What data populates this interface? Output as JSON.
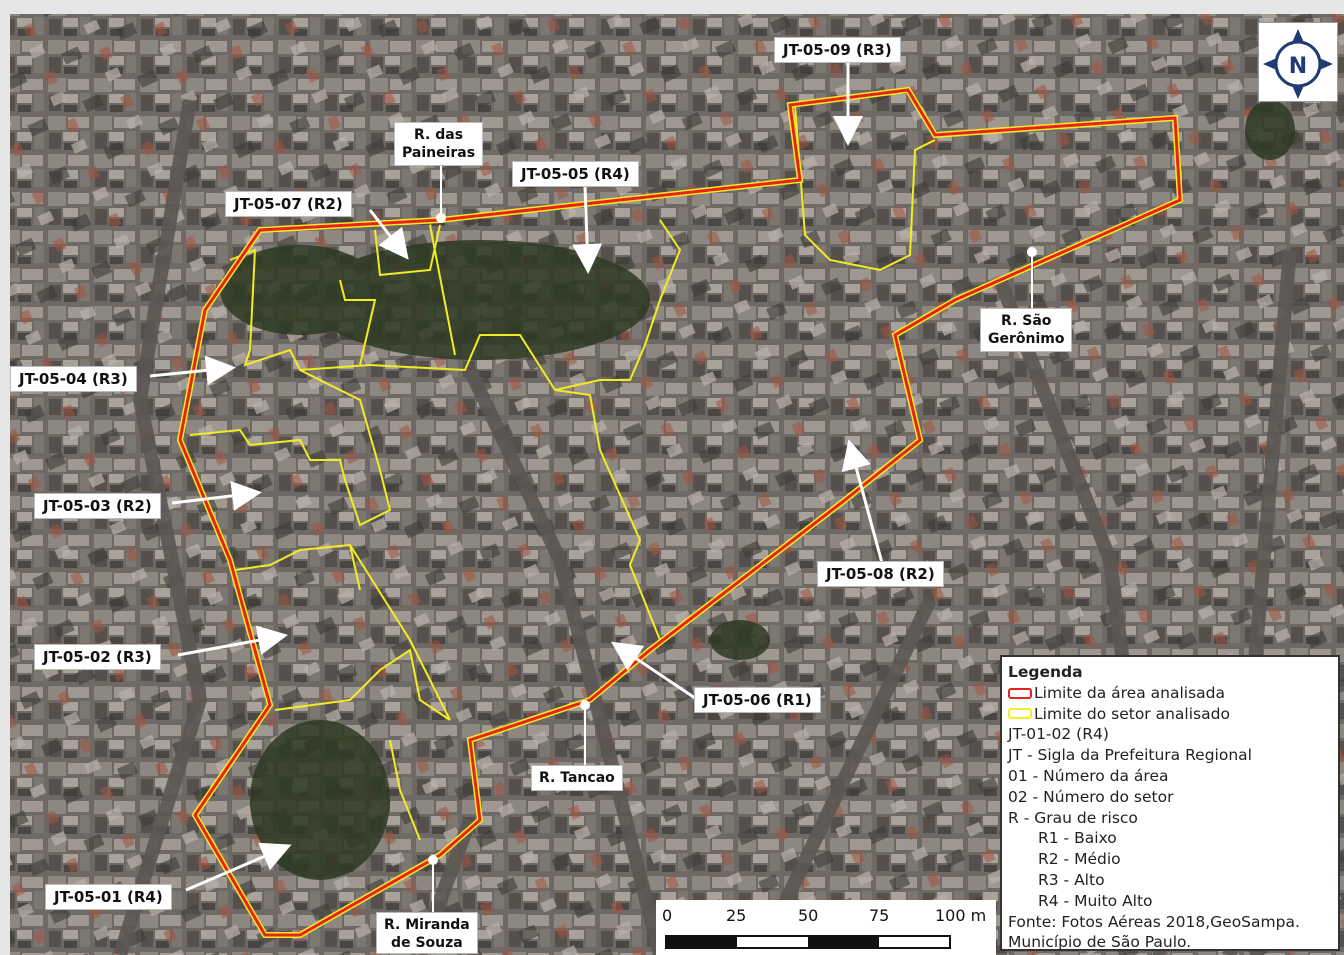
{
  "sector_labels": [
    {
      "id": "s09",
      "text": "JT-05-09 (R3)"
    },
    {
      "id": "s05",
      "text": "JT-05-05 (R4)"
    },
    {
      "id": "s07",
      "text": "JT-05-07 (R2)"
    },
    {
      "id": "s04",
      "text": "JT-05-04 (R3)"
    },
    {
      "id": "s03",
      "text": "JT-05-03 (R2)"
    },
    {
      "id": "s02",
      "text": "JT-05-02 (R3)"
    },
    {
      "id": "s01",
      "text": "JT-05-01 (R4)"
    },
    {
      "id": "s06",
      "text": "JT-05-06 (R1)"
    },
    {
      "id": "s08",
      "text": "JT-05-08 (R2)"
    }
  ],
  "street_labels": [
    {
      "id": "paineiras",
      "line1": "R. das",
      "line2": "Paineiras"
    },
    {
      "id": "sao-geronimo",
      "line1": "R. São",
      "line2": "Gerônimo"
    },
    {
      "id": "tancao",
      "line1": "R. Tancao",
      "line2": ""
    },
    {
      "id": "miranda",
      "line1": "R. Miranda",
      "line2": "de Souza"
    }
  ],
  "north_arrow": {
    "letter": "N",
    "icon": "north-arrow-icon"
  },
  "legend": {
    "title": "Legenda",
    "area_limit": "Limite da área analisada",
    "sector_limit": "Limite do setor analisado",
    "example": "JT-01-02 (R4)",
    "jt": "JT - Sigla da Prefeitura Regional",
    "n01": "01 - Número da área",
    "n02": "02 - Número do setor",
    "r": "R - Grau de risco",
    "r1": "R1 - Baixo",
    "r2": "R2 - Médio",
    "r3": "R3 - Alto",
    "r4": "R4 - Muito Alto",
    "source": "Fonte: Fotos Aéreas 2018,GeoSampa.",
    "municipality": "Município de São Paulo."
  },
  "scale": {
    "ticks": [
      "0",
      "25",
      "50",
      "75",
      "100 m"
    ]
  },
  "colors": {
    "area_limit": "#e8231d",
    "sector_limit": "#f2ec22",
    "annotation": "#ffffff",
    "urban_base": "#6f6a66",
    "vegetation": "#2d3a22"
  }
}
